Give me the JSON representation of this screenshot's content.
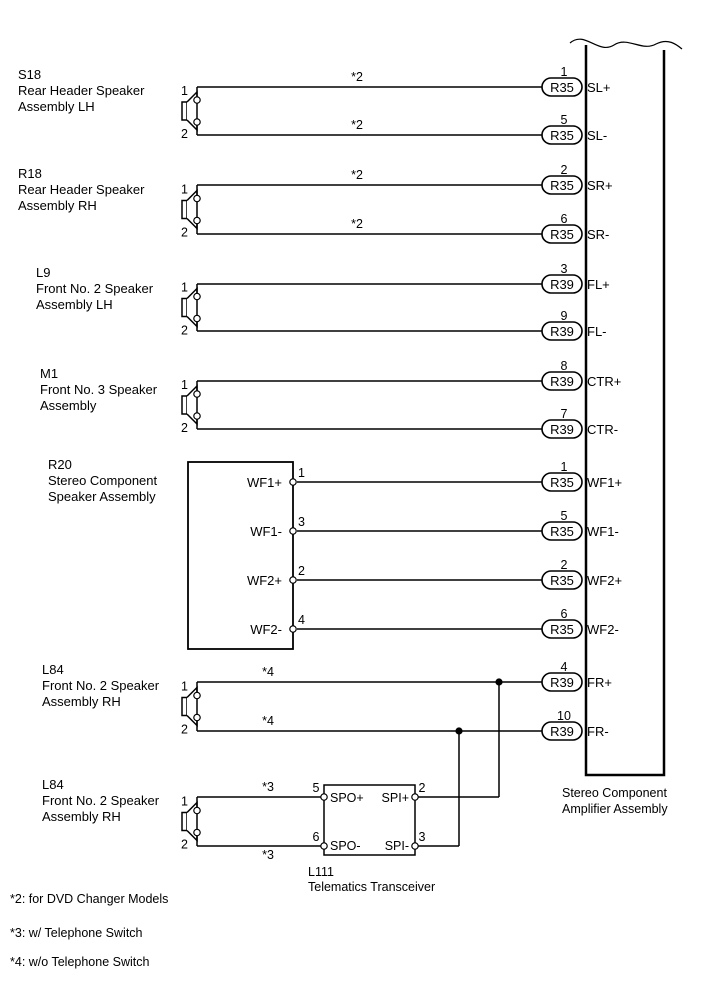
{
  "speakers": [
    {
      "ref": "S18",
      "name_lines": [
        "Rear Header Speaker",
        "Assembly LH"
      ],
      "pin_top": "1",
      "pin_bottom": "2",
      "wires": [
        {
          "note": "*2",
          "pin": "1",
          "conn": "R35",
          "sig": "SL+",
          "dot": false
        },
        {
          "note": "*2",
          "pin": "5",
          "conn": "R35",
          "sig": "SL-",
          "dot": false
        }
      ]
    },
    {
      "ref": "R18",
      "name_lines": [
        "Rear Header Speaker",
        "Assembly RH"
      ],
      "pin_top": "1",
      "pin_bottom": "2",
      "wires": [
        {
          "note": "*2",
          "pin": "2",
          "conn": "R35",
          "sig": "SR+",
          "dot": false
        },
        {
          "note": "*2",
          "pin": "6",
          "conn": "R35",
          "sig": "SR-",
          "dot": false
        }
      ]
    },
    {
      "ref": "L9",
      "name_lines": [
        "Front No. 2 Speaker",
        "Assembly LH"
      ],
      "pin_top": "1",
      "pin_bottom": "2",
      "wires": [
        {
          "note": "",
          "pin": "3",
          "conn": "R39",
          "sig": "FL+",
          "dot": false
        },
        {
          "note": "",
          "pin": "9",
          "conn": "R39",
          "sig": "FL-",
          "dot": false
        }
      ]
    },
    {
      "ref": "M1",
      "name_lines": [
        "Front No. 3 Speaker",
        "Assembly"
      ],
      "pin_top": "1",
      "pin_bottom": "2",
      "wires": [
        {
          "note": "",
          "pin": "8",
          "conn": "R39",
          "sig": "CTR+",
          "dot": false
        },
        {
          "note": "",
          "pin": "7",
          "conn": "R39",
          "sig": "CTR-",
          "dot": false
        }
      ]
    },
    {
      "ref": "L84",
      "name_lines": [
        "Front No. 2 Speaker",
        "Assembly RH"
      ],
      "pin_top": "1",
      "pin_bottom": "2",
      "wires": [
        {
          "note": "*4",
          "pin": "4",
          "conn": "R39",
          "sig": "FR+",
          "dot": true
        },
        {
          "note": "*4",
          "pin": "10",
          "conn": "R39",
          "sig": "FR-",
          "dot": true
        }
      ]
    },
    {
      "ref": "L84",
      "name_lines": [
        "Front No. 2 Speaker",
        "Assembly RH"
      ],
      "pin_top": "1",
      "pin_bottom": "2",
      "wires": [
        {
          "note": "*3"
        },
        {
          "note": "*3"
        }
      ]
    }
  ],
  "component": {
    "ref": "R20",
    "name_lines": [
      "Stereo Component",
      "Speaker Assembly"
    ],
    "terminals": [
      {
        "label": "WF1+",
        "pin_left": "1",
        "pin": "1",
        "conn": "R35",
        "sig": "WF1+"
      },
      {
        "label": "WF1-",
        "pin_left": "3",
        "pin": "5",
        "conn": "R35",
        "sig": "WF1-"
      },
      {
        "label": "WF2+",
        "pin_left": "2",
        "pin": "2",
        "conn": "R35",
        "sig": "WF2+"
      },
      {
        "label": "WF2-",
        "pin_left": "4",
        "pin": "6",
        "conn": "R35",
        "sig": "WF2-"
      }
    ]
  },
  "transceiver": {
    "ref": "L111",
    "name": "Telematics Transceiver",
    "terms": [
      {
        "pin": "5",
        "label": "SPO+"
      },
      {
        "pin": "6",
        "label": "SPO-"
      },
      {
        "pin": "2",
        "label": "SPI+"
      },
      {
        "pin": "3",
        "label": "SPI-"
      }
    ]
  },
  "amplifier": {
    "name_lines": [
      "Stereo Component",
      "Amplifier Assembly"
    ]
  },
  "notes": [
    "*2: for DVD Changer Models",
    "*3: w/ Telephone Switch",
    "*4: w/o Telephone Switch"
  ]
}
